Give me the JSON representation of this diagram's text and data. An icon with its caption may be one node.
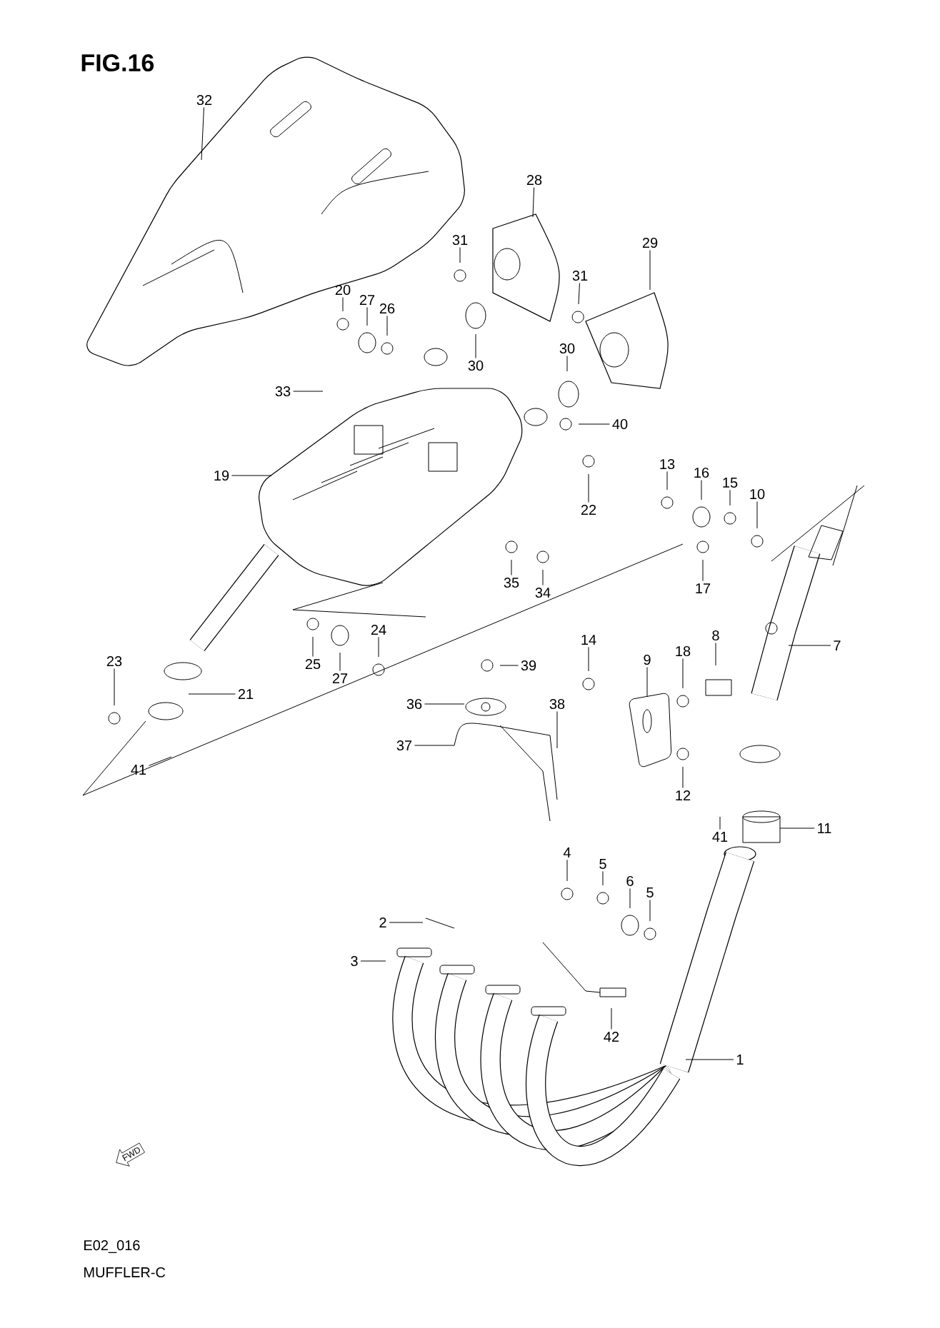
{
  "diagram": {
    "title": "FIG.16",
    "nodes": [
      {
        "text": [
          "32"
        ]
      },
      {
        "text": [
          "28"
        ]
      },
      {
        "text": [
          "31"
        ]
      },
      {
        "text": [
          "29"
        ]
      },
      {
        "text": [
          "31"
        ]
      },
      {
        "text": [
          "20"
        ]
      },
      {
        "text": [
          "27"
        ]
      },
      {
        "text": [
          "26"
        ]
      },
      {
        "text": [
          "30"
        ]
      },
      {
        "text": [
          "30"
        ]
      },
      {
        "text": [
          "33"
        ]
      },
      {
        "text": [
          "40"
        ]
      },
      {
        "text": [
          "13"
        ]
      },
      {
        "text": [
          "16"
        ]
      },
      {
        "text": [
          "15"
        ]
      },
      {
        "text": [
          "19"
        ]
      },
      {
        "text": [
          "10"
        ]
      },
      {
        "text": [
          "22"
        ]
      },
      {
        "text": [
          "35"
        ]
      },
      {
        "text": [
          "34"
        ]
      },
      {
        "text": [
          "17"
        ]
      },
      {
        "text": [
          "24"
        ]
      },
      {
        "text": [
          "14"
        ]
      },
      {
        "text": [
          "8"
        ]
      },
      {
        "text": [
          "7"
        ]
      },
      {
        "text": [
          "9"
        ]
      },
      {
        "text": [
          "18"
        ]
      },
      {
        "text": [
          "25"
        ]
      },
      {
        "text": [
          "23"
        ]
      },
      {
        "text": [
          "39"
        ]
      },
      {
        "text": [
          "27"
        ]
      },
      {
        "text": [
          "21"
        ]
      },
      {
        "text": [
          "36"
        ]
      },
      {
        "text": [
          "38"
        ]
      },
      {
        "text": [
          "37"
        ]
      },
      {
        "text": [
          "41"
        ]
      },
      {
        "text": [
          "12"
        ]
      },
      {
        "text": [
          "11"
        ]
      },
      {
        "text": [
          "41"
        ]
      },
      {
        "text": [
          "4"
        ]
      },
      {
        "text": [
          "5"
        ]
      },
      {
        "text": [
          "6"
        ]
      },
      {
        "text": [
          "5"
        ]
      },
      {
        "text": [
          "2"
        ]
      },
      {
        "text": [
          "3"
        ]
      },
      {
        "text": [
          "42"
        ]
      },
      {
        "text": [
          "1"
        ]
      }
    ],
    "edges": [
      {
        "from": 0,
        "to": null,
        "arrow": "none"
      },
      {
        "from": 1,
        "to": null,
        "arrow": "none"
      },
      {
        "from": 2,
        "to": null,
        "arrow": "none"
      },
      {
        "from": 3,
        "to": null,
        "arrow": "none"
      },
      {
        "from": 4,
        "to": null,
        "arrow": "none"
      },
      {
        "from": 5,
        "to": null,
        "arrow": "none"
      },
      {
        "from": 6,
        "to": null,
        "arrow": "none"
      },
      {
        "from": 7,
        "to": null,
        "arrow": "none"
      },
      {
        "from": 8,
        "to": null,
        "arrow": "none"
      },
      {
        "from": 9,
        "to": null,
        "arrow": "none"
      },
      {
        "from": 10,
        "to": null,
        "arrow": "none"
      },
      {
        "from": 11,
        "to": null,
        "arrow": "none"
      },
      {
        "from": 12,
        "to": null,
        "arrow": "none"
      },
      {
        "from": 13,
        "to": null,
        "arrow": "none"
      },
      {
        "from": 14,
        "to": null,
        "arrow": "none"
      },
      {
        "from": 15,
        "to": null,
        "arrow": "none"
      },
      {
        "from": 16,
        "to": null,
        "arrow": "none"
      },
      {
        "from": 17,
        "to": null,
        "arrow": "none"
      },
      {
        "from": 18,
        "to": null,
        "arrow": "none"
      },
      {
        "from": 19,
        "to": null,
        "arrow": "none"
      },
      {
        "from": 20,
        "to": null,
        "arrow": "none"
      },
      {
        "from": 21,
        "to": null,
        "arrow": "none"
      },
      {
        "from": 22,
        "to": null,
        "arrow": "none"
      },
      {
        "from": 23,
        "to": null,
        "arrow": "none"
      },
      {
        "from": 24,
        "to": null,
        "arrow": "none"
      },
      {
        "from": 25,
        "to": null,
        "arrow": "none"
      },
      {
        "from": 26,
        "to": null,
        "arrow": "none"
      },
      {
        "from": 27,
        "to": null,
        "arrow": "none"
      },
      {
        "from": 28,
        "to": null,
        "arrow": "none"
      },
      {
        "from": 29,
        "to": null,
        "arrow": "none"
      },
      {
        "from": 30,
        "to": null,
        "arrow": "none"
      },
      {
        "from": 31,
        "to": null,
        "arrow": "none"
      },
      {
        "from": 32,
        "to": null,
        "arrow": "none"
      },
      {
        "from": 33,
        "to": null,
        "arrow": "none"
      },
      {
        "from": 34,
        "to": null,
        "arrow": "none"
      },
      {
        "from": 35,
        "to": null,
        "arrow": "none"
      },
      {
        "from": 36,
        "to": null,
        "arrow": "none"
      },
      {
        "from": 37,
        "to": null,
        "arrow": "none"
      },
      {
        "from": 38,
        "to": null,
        "arrow": "none"
      },
      {
        "from": 39,
        "to": null,
        "arrow": "none"
      },
      {
        "from": 40,
        "to": null,
        "arrow": "none"
      },
      {
        "from": 41,
        "to": null,
        "arrow": "none"
      },
      {
        "from": 42,
        "to": null,
        "arrow": "none"
      },
      {
        "from": 43,
        "to": null,
        "arrow": "none"
      },
      {
        "from": 44,
        "to": null,
        "arrow": "none"
      },
      {
        "from": 45,
        "to": null,
        "arrow": "none"
      },
      {
        "from": 46,
        "to": null,
        "arrow": "none"
      }
    ],
    "labels": [
      "FWD",
      "E02_016",
      "MUFFLER-C"
    ]
  }
}
